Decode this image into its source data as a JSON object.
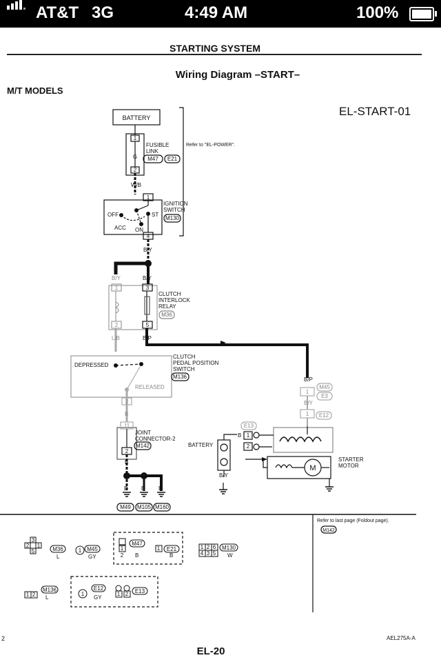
{
  "status_bar": {
    "carrier": "AT&T",
    "network": "3G",
    "time": "4:49 AM",
    "battery": "100%",
    "signal_bars": 4,
    "battery_level": 1.0
  },
  "document": {
    "section": "STARTING SYSTEM",
    "title": "Wiring Diagram –START–",
    "models": "M/T MODELS",
    "code": "EL-START-01",
    "page_number": "EL-20",
    "figure_id": "AEL275A-A",
    "margin_mark": "2"
  },
  "diagram": {
    "battery": "BATTERY",
    "fusible_link": [
      "FUSIBLE",
      "LINK"
    ],
    "fusible_link_connectors": [
      "M47",
      "E21"
    ],
    "fusible_link_wire": "G",
    "refer_power": "Refer to \"EL-POWER\".",
    "wire_wb": "W/B",
    "ignition_switch": [
      "IGNITION",
      "SWITCH"
    ],
    "ignition_switch_conn": "M130",
    "ignition_positions": [
      "OFF",
      "ST",
      "ACC",
      "ON"
    ],
    "wire_by": "B/Y",
    "clutch_interlock_relay": [
      "CLUTCH",
      "INTERLOCK",
      "RELAY"
    ],
    "clutch_interlock_relay_conn": "M36",
    "wire_lb": "L/B",
    "wire_bp": "B/P",
    "clutch_pedal_switch": [
      "CLUTCH",
      "PEDAL POSITION",
      "SWITCH"
    ],
    "clutch_pedal_switch_conn": "M136",
    "depressed": "DEPRESSED",
    "released": "RELEASED",
    "wire_b": "B",
    "joint_connector": [
      "JOINT",
      "CONNECTOR-2"
    ],
    "joint_connector_conn": "M142",
    "grounds": [
      "M49",
      "M105",
      "M160"
    ],
    "conn_m45": "M45",
    "conn_e3": "E3",
    "conn_e12": "E12",
    "conn_e13": "E13",
    "battery_right": "BATTERY",
    "starter_motor": [
      "STARTER",
      "MOTOR"
    ],
    "motor_symbol": "M",
    "terminals": {
      "fl_top": "1",
      "fl_bot": "2",
      "ig_top": "1",
      "ig_bot": "4",
      "rl_tl": "1",
      "rl_tr": "3",
      "rl_bl": "2",
      "rl_br": "5",
      "cp": "2",
      "jc_top": "11",
      "jc_bot": "2",
      "m45": "1",
      "e12": "1",
      "e13_1": "1",
      "e13_2": "2"
    }
  },
  "legend": {
    "refer_last": "Refer to last page (Foldout page).",
    "refer_conn": "M142",
    "m36": {
      "id": "M36",
      "color": "L",
      "cells": [
        "3",
        "2",
        "1",
        "5"
      ]
    },
    "m45": {
      "id": "M45",
      "color": "GY",
      "cells": [
        "1"
      ]
    },
    "m47": {
      "id": "M47",
      "color": "B",
      "cells": [
        "1",
        "2"
      ]
    },
    "e21": {
      "id": "E21",
      "color": "B",
      "cells": [
        "1"
      ]
    },
    "m130": {
      "id": "M130",
      "color": "W",
      "cells": [
        "1",
        "2",
        "6",
        "4",
        "3",
        "5"
      ]
    },
    "m136": {
      "id": "M136",
      "color": "L",
      "cells": [
        "1",
        "2"
      ]
    },
    "e12": {
      "id": "E12",
      "color": "GY",
      "cells": [
        "1"
      ]
    },
    "e13": {
      "id": "E13",
      "color": "",
      "cells": [
        "1",
        "2"
      ]
    }
  }
}
